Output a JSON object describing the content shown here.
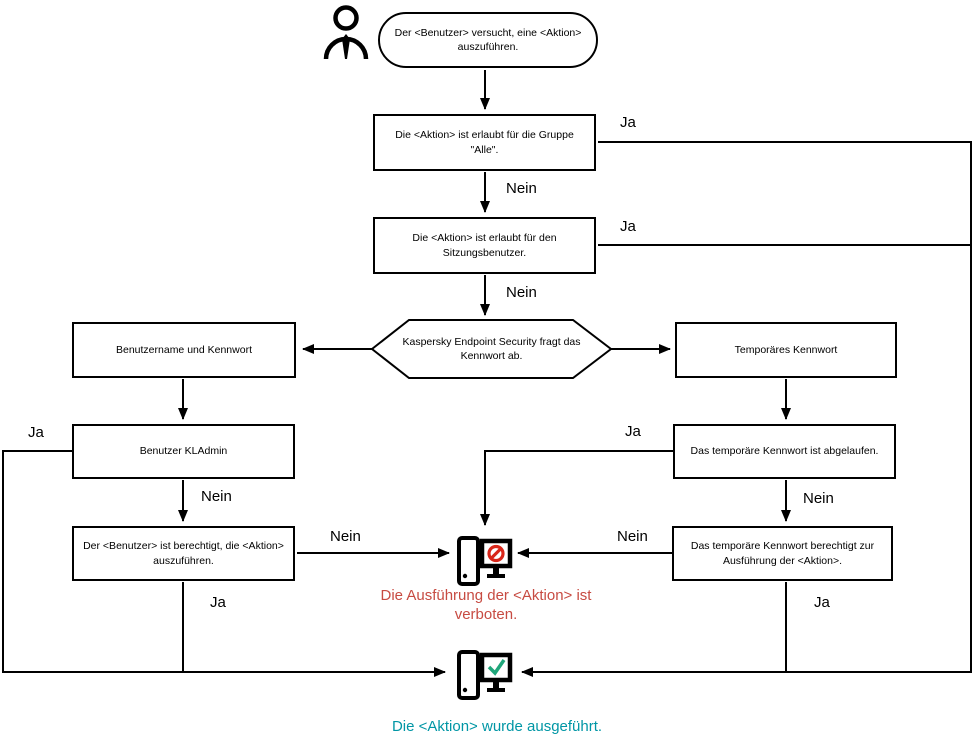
{
  "diagram": {
    "nodes": {
      "start": "Der <Benutzer> versucht, eine <Aktion> auszuführen.",
      "group_alle": "Die <Aktion> ist erlaubt für die Gruppe \"Alle\".",
      "session_user": "Die <Aktion> ist erlaubt für den Sitzungsbenutzer.",
      "password_prompt": "Kaspersky Endpoint Security fragt das Kennwort ab.",
      "username_password": "Benutzername und Kennwort",
      "temp_password": "Temporäres Kennwort",
      "kladmin": "Benutzer KLAdmin",
      "temp_expired": "Das temporäre Kennwort ist abgelaufen.",
      "user_authorized": "Der <Benutzer> ist berechtigt, die <Aktion> auszuführen.",
      "temp_authorizes": "Das temporäre Kennwort berechtigt zur Ausführung der <Aktion>."
    },
    "labels": {
      "yes": "Ja",
      "no": "Nein"
    },
    "results": {
      "forbidden": "Die Ausführung der <Aktion> ist verboten.",
      "executed": "Die <Aktion> wurde ausgeführt."
    },
    "icons": {
      "person": "user-icon",
      "forbidden_pc": "computer-blocked-icon",
      "executed_pc": "computer-success-icon"
    },
    "colors": {
      "line": "#000000",
      "forbidden_text": "#c74b42",
      "forbidden_sign": "#d8261a",
      "success_text": "#0096a5",
      "success_check": "#1fa67a"
    }
  }
}
